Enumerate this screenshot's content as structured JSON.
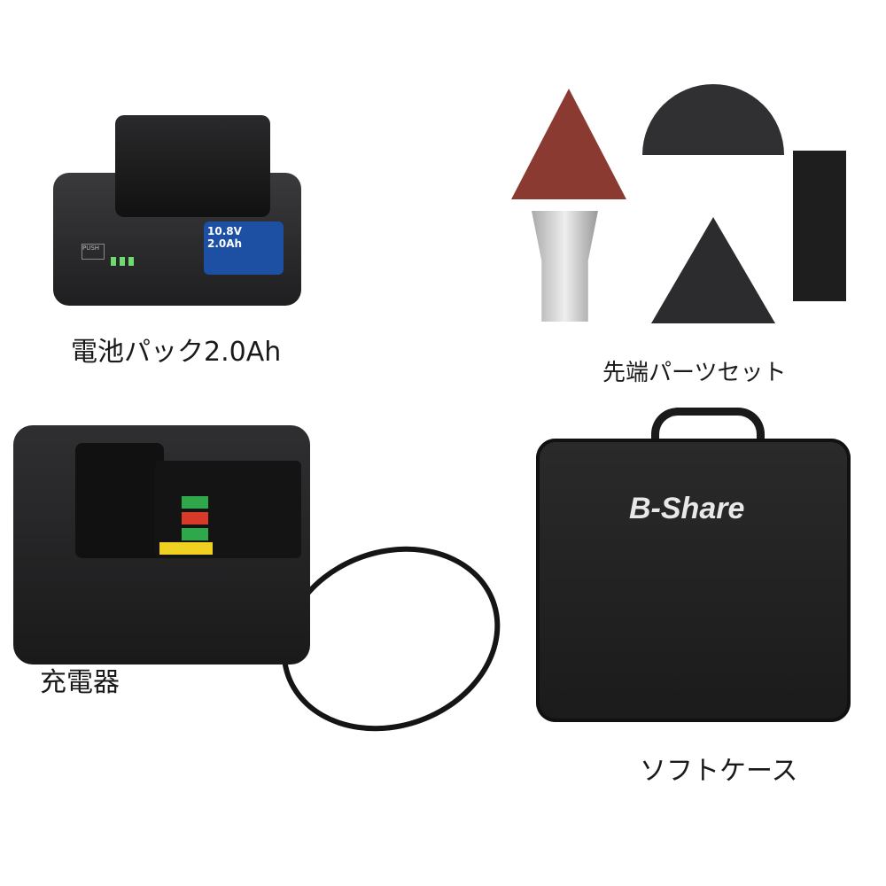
{
  "items": [
    {
      "label": "電池パック2.0Ah",
      "product_text": "10.8V 2.0Ah",
      "button_text": "PUSH"
    },
    {
      "label": "先端パーツセット"
    },
    {
      "label": "充電器"
    },
    {
      "label": "ソフトケース",
      "logo": "B-Share"
    }
  ]
}
